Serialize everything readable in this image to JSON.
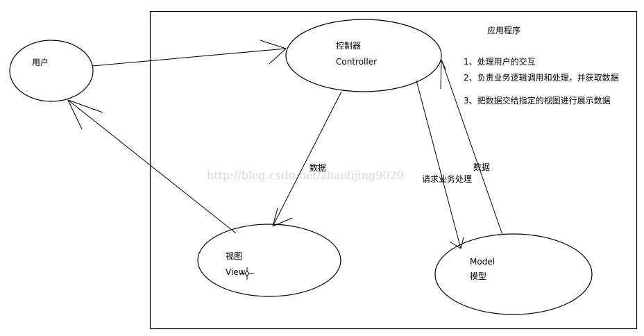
{
  "application": {
    "title": "应用程序",
    "notes": [
      "1、处理用户的交互",
      "2、负责业务逻辑调用和处理，并获取数据",
      "3、把数据交给指定的视图进行展示数据"
    ]
  },
  "nodes": {
    "user": {
      "label": "用户"
    },
    "controller": {
      "label_cn": "控制器",
      "label_en": "Controller"
    },
    "view": {
      "label_cn": "视图",
      "label_en": "View"
    },
    "model": {
      "label_en": "Model",
      "label_cn": "模型"
    }
  },
  "edges": {
    "controller_to_view": "数据",
    "controller_to_model": "请求业务处理",
    "model_to_controller": "数据"
  },
  "watermark": "http://blog.csdn.net/zhaolijing9020"
}
